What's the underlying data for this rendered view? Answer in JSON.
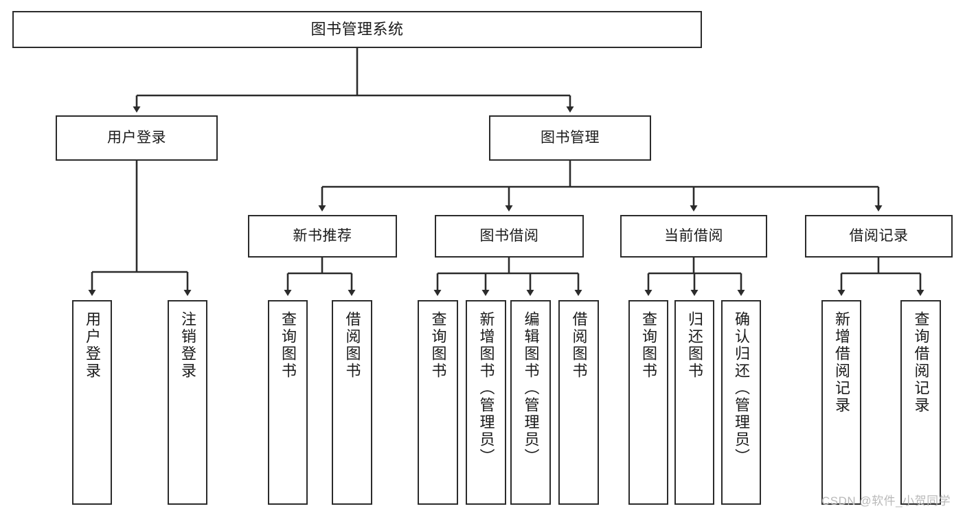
{
  "diagram": {
    "title": "图书管理系统",
    "type": "functional-structure-tree",
    "root": {
      "label": "图书管理系统"
    },
    "level2": [
      {
        "label": "用户登录"
      },
      {
        "label": "图书管理"
      }
    ],
    "level3": [
      {
        "label": "新书推荐"
      },
      {
        "label": "图书借阅"
      },
      {
        "label": "当前借阅"
      },
      {
        "label": "借阅记录"
      }
    ],
    "leaves": {
      "user_login": [
        {
          "label": "用户登录"
        },
        {
          "label": "注销登录"
        }
      ],
      "new_book_recommend": [
        {
          "label": "查询图书"
        },
        {
          "label": "借阅图书"
        }
      ],
      "book_borrow": [
        {
          "label": "查询图书"
        },
        {
          "label": "新增图书（管理员）"
        },
        {
          "label": "编辑图书（管理员）"
        },
        {
          "label": "借阅图书"
        }
      ],
      "current_borrow": [
        {
          "label": "查询图书"
        },
        {
          "label": "归还图书"
        },
        {
          "label": "确认归还（管理员）"
        }
      ],
      "borrow_record": [
        {
          "label": "新增借阅记录"
        },
        {
          "label": "查询借阅记录"
        }
      ]
    },
    "colors": {
      "stroke": "#2b2b2b",
      "fill": "#ffffff",
      "text": "#1a1a1a",
      "watermark": "#b9b9b9"
    }
  },
  "watermark": {
    "text": "CSDN @软件_小贺同学"
  }
}
